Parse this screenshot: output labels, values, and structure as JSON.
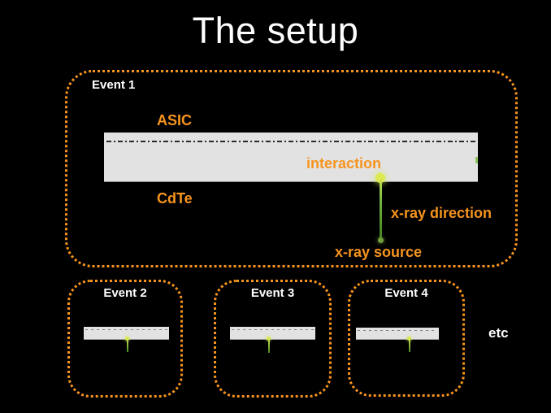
{
  "slide": {
    "title": "The setup",
    "etc_label": "etc",
    "background": "#000000"
  },
  "colors": {
    "accent_orange": "#F7941E",
    "detector_gray": "#E2E2E2",
    "beam_green": "#6CB33F",
    "interaction_yellow": "#DCE94F",
    "text_white": "#FFFFFF"
  },
  "event1": {
    "label": "Event 1",
    "asic_label": "ASIC",
    "cdte_label": "CdTe",
    "interaction_label": "interaction",
    "xray_direction_label": "x-ray direction",
    "xray_source_label": "x-ray source"
  },
  "small_events": [
    {
      "label": "Event 2"
    },
    {
      "label": "Event 3"
    },
    {
      "label": "Event 4"
    }
  ]
}
